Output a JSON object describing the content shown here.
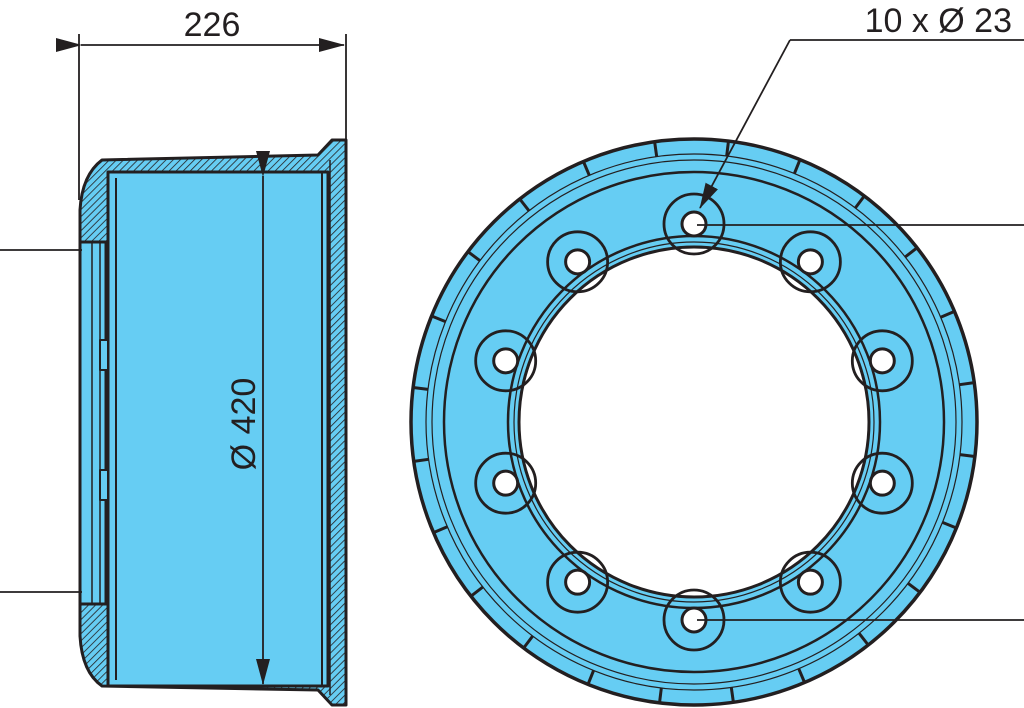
{
  "dimensions": {
    "width_label": "226",
    "diameter_label": "Ø 420",
    "bolt_holes_label": "10 x Ø 23"
  },
  "bolt_hole_count": 10,
  "colors": {
    "part_fill": "#66cdf3",
    "line": "#231f20",
    "background": "#ffffff"
  }
}
